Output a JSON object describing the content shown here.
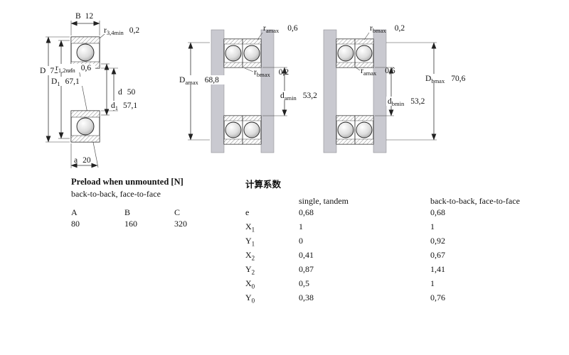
{
  "drawing": {
    "colors": {
      "housing_gray": "#c9c9d0"
    },
    "single_bearing": {
      "B": {
        "base": "B",
        "value": "12"
      },
      "r34": {
        "base": "r",
        "sub": "3,4min",
        "value": "0,2"
      },
      "D": {
        "base": "D",
        "value": "72"
      },
      "D1": {
        "base": "D",
        "sub": "1",
        "value": "67,1"
      },
      "r12": {
        "base": "r",
        "sub": "1,2min",
        "value": "0,6"
      },
      "d": {
        "base": "d",
        "value": "50"
      },
      "d1": {
        "base": "d",
        "sub": "1",
        "value": "57,1"
      },
      "a": {
        "base": "a",
        "value": "20"
      }
    },
    "arrangement_a": {
      "r_amax": {
        "base": "r",
        "sub": "amax",
        "value": "0,6"
      },
      "D_amax": {
        "base": "D",
        "sub": "amax",
        "value": "68,8"
      },
      "r_bmax": {
        "base": "r",
        "sub": "bmax",
        "value": "0,2"
      },
      "d_amin": {
        "base": "d",
        "sub": "amin",
        "value": "53,2"
      }
    },
    "arrangement_b": {
      "r_bmax": {
        "base": "r",
        "sub": "bmax",
        "value": "0,2"
      },
      "r_amax": {
        "base": "r",
        "sub": "amax",
        "value": "0,6"
      },
      "D_bmax": {
        "base": "D",
        "sub": "bmax",
        "value": "70,6"
      },
      "d_bmin": {
        "base": "d",
        "sub": "bmin",
        "value": "53,2"
      }
    }
  },
  "preload": {
    "title": "Preload when unmounted [N]",
    "subtitle": "back-to-back, face-to-face",
    "columns": [
      "A",
      "B",
      "C"
    ],
    "values": [
      "80",
      "160",
      "320"
    ]
  },
  "factors": {
    "title": "计算系数",
    "col1_header": "single, tandem",
    "col2_header": "back-to-back, face-to-face",
    "rows": [
      {
        "symbol": "e",
        "sub": "",
        "single_tandem": "0,68",
        "back_face": "0,68"
      },
      {
        "symbol": "X",
        "sub": "1",
        "single_tandem": "1",
        "back_face": "1"
      },
      {
        "symbol": "Y",
        "sub": "1",
        "single_tandem": "0",
        "back_face": "0,92"
      },
      {
        "symbol": "X",
        "sub": "2",
        "single_tandem": "0,41",
        "back_face": "0,67"
      },
      {
        "symbol": "Y",
        "sub": "2",
        "single_tandem": "0,87",
        "back_face": "1,41"
      },
      {
        "symbol": "X",
        "sub": "0",
        "single_tandem": "0,5",
        "back_face": "1"
      },
      {
        "symbol": "Y",
        "sub": "0",
        "single_tandem": "0,38",
        "back_face": "0,76"
      }
    ]
  }
}
